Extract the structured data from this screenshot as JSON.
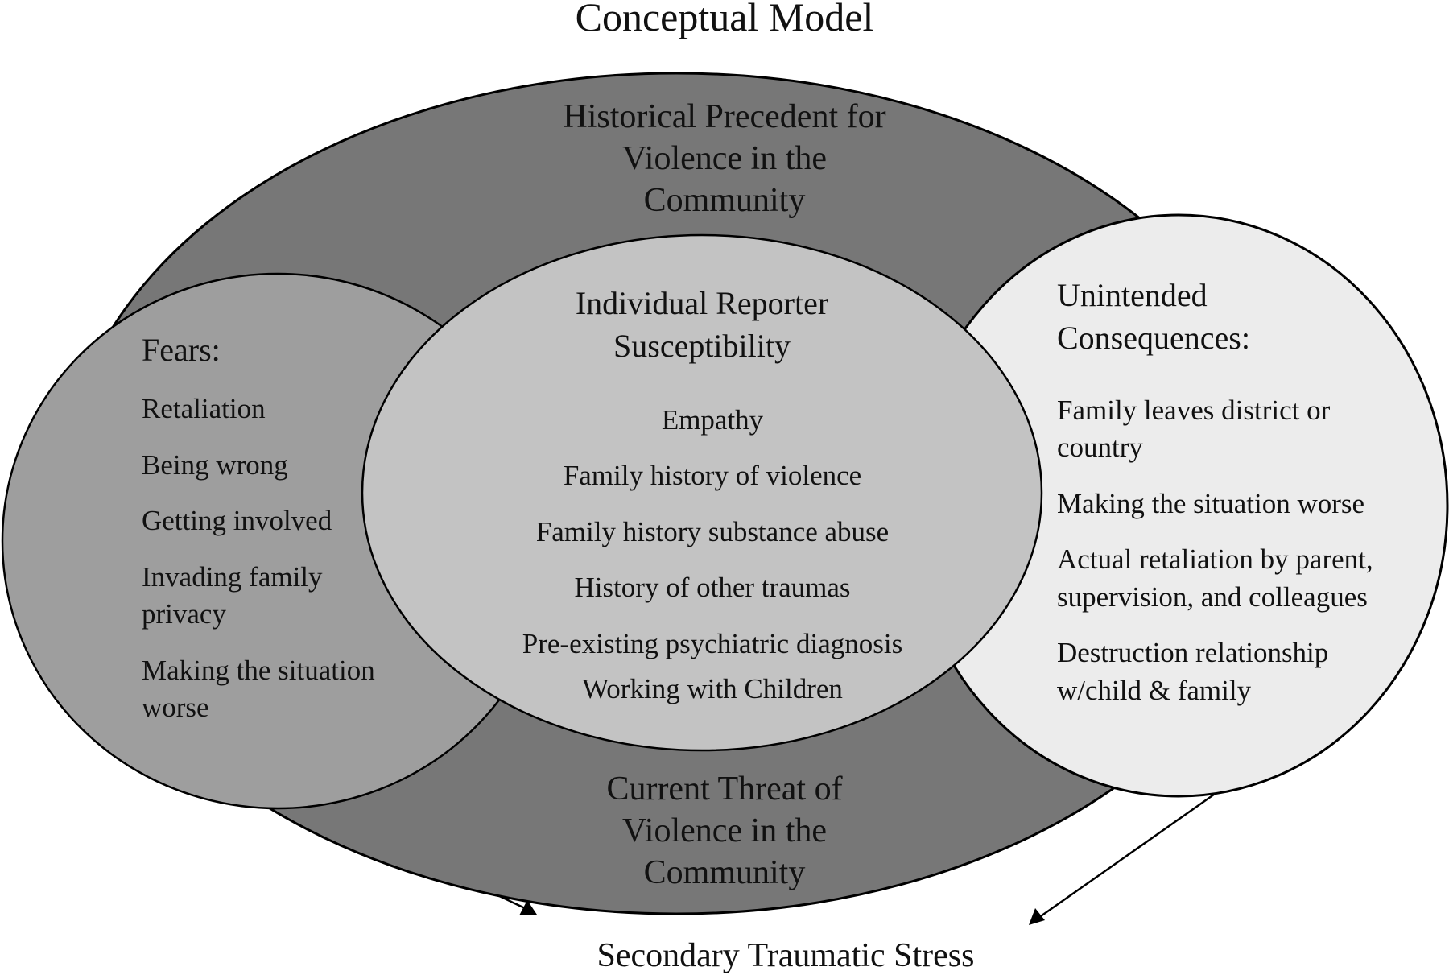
{
  "title": "Conceptual Model",
  "colors": {
    "outer": "#777777",
    "fears": "#9e9e9e",
    "susceptibility": "#c3c3c3",
    "consequences": "#ececec",
    "stroke": "#000000"
  },
  "outer_region": {
    "top_label": [
      "Historical Precedent for",
      "Violence in the",
      "Community"
    ],
    "bottom_label": [
      "Current Threat of",
      "Violence in the",
      "Community"
    ]
  },
  "fears": {
    "heading": "Fears:",
    "items": [
      [
        "Retaliation"
      ],
      [
        "Being wrong"
      ],
      [
        "Getting involved"
      ],
      [
        "Invading family",
        "privacy"
      ],
      [
        "Making the situation",
        "worse"
      ]
    ]
  },
  "susceptibility": {
    "heading": [
      "Individual Reporter",
      "Susceptibility"
    ],
    "items": [
      "Empathy",
      "Family history of violence",
      "Family history substance abuse",
      "History of other traumas",
      "Pre-existing psychiatric diagnosis",
      "Working with Children"
    ]
  },
  "consequences": {
    "heading": [
      "Unintended",
      "Consequences:"
    ],
    "items": [
      [
        "Family leaves district or",
        "country"
      ],
      [
        "Making the situation worse"
      ],
      [
        "Actual retaliation by parent,",
        "supervision, and colleagues"
      ],
      [
        "Destruction relationship",
        "w/child & family"
      ]
    ]
  },
  "outcome": "Secondary Traumatic Stress"
}
